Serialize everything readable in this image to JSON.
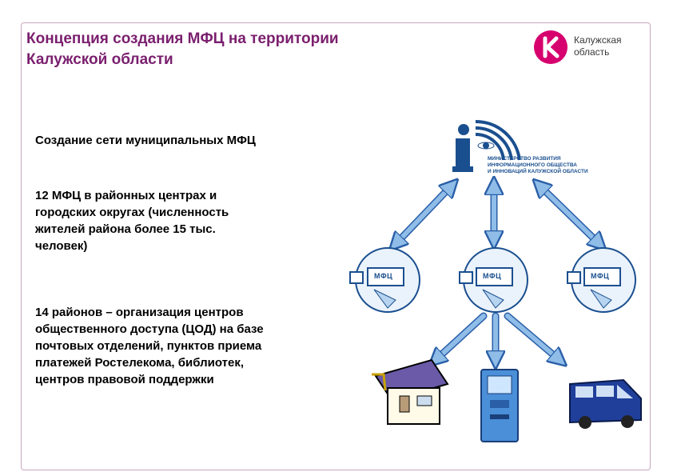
{
  "header": {
    "title_line1": "Концепция создания МФЦ на территории",
    "title_line2": "Калужской области"
  },
  "logo": {
    "line1": "Калужская",
    "line2": "область",
    "brand_color": "#d6006e",
    "icon": "kaluga-k-logo-icon"
  },
  "content": {
    "item1": "Создание сети муниципальных МФЦ",
    "item2_lines": [
      "12 МФЦ в районных центрах и",
      "городских округах (численность",
      "жителей района более 15 тыс.",
      "человек)"
    ],
    "item3_lines": [
      "14 районов – организация центров",
      "общественного доступа (ЦОД) на базе",
      "почтовых отделений, пунктов приема",
      "платежей Ростелекома, библиотек,",
      "центров правовой поддержки"
    ]
  },
  "diagram": {
    "ministry_lines": [
      "МИНИСТЕРСТВО РАЗВИТИЯ",
      "ИНФОРМАЦИОННОГО ОБЩЕСТВА",
      "И ИННОВАЦИЙ КАЛУЖСКОЙ ОБЛАСТИ"
    ],
    "mfc_label": "МФЦ",
    "arrow_color": "#8fbde8",
    "arrow_stroke": "#2a5fa8",
    "icons": [
      "ministry-info-icon",
      "mfc-building-icon",
      "post-office-icon",
      "payment-kiosk-icon",
      "minibus-icon"
    ]
  },
  "colors": {
    "title": "#7a1f6e",
    "frame": "#c8a7bf",
    "diagram_blue": "#1a4f8f"
  }
}
